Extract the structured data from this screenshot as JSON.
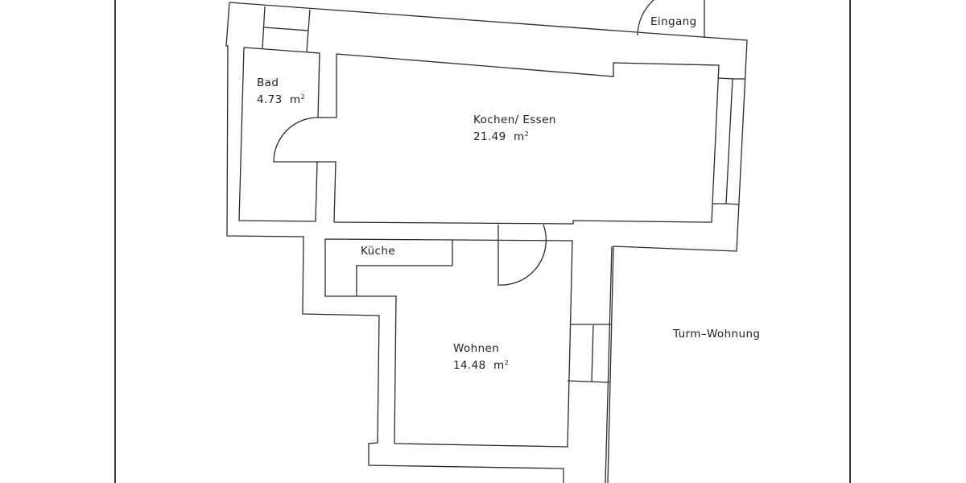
{
  "plan": {
    "type": "floor plan",
    "colors": {
      "line": "#2b2b2b",
      "background": "#ffffff",
      "text": "#222222"
    },
    "rooms": [
      {
        "name": "Bad",
        "area": "4.73",
        "unit": "m²"
      },
      {
        "name": "Kochen/ Essen",
        "area": "21.49",
        "unit": "m²"
      },
      {
        "name": "Küche",
        "area": null,
        "unit": null
      },
      {
        "name": "Wohnen",
        "area": "14.48",
        "unit": "m²"
      }
    ],
    "labels": {
      "entrance": "Eingang",
      "unit_name": "Turm–Wohnung"
    }
  }
}
